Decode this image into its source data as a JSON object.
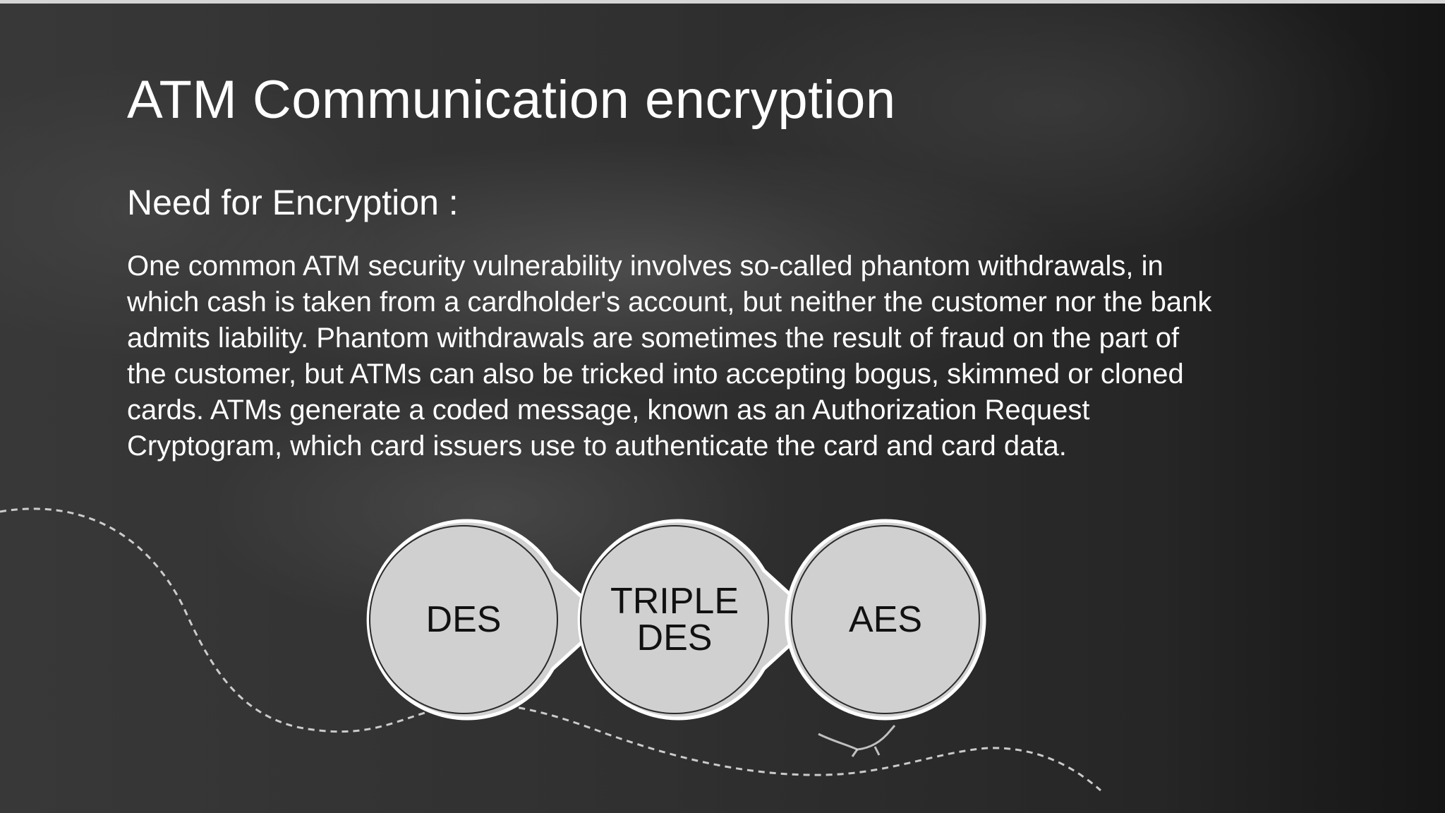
{
  "slide": {
    "title": "ATM Communication encryption",
    "subtitle": "Need for Encryption :",
    "body_lines": [
      "One common ATM security vulnerability involves so-called phantom withdrawals, in",
      "which cash is taken from a cardholder's account, but neither the customer nor the bank",
      "admits liability. Phantom withdrawals are sometimes the result of fraud on the part of",
      "the customer, but ATMs can also be tricked into accepting bogus, skimmed or cloned",
      "cards. ATMs generate a coded message, known as an Authorization Request",
      "Cryptogram, which card issuers use to authenticate the card and card data."
    ]
  },
  "diagram": {
    "nodes": [
      {
        "line1": "DES",
        "line2": ""
      },
      {
        "line1": "TRIPLE",
        "line2": "DES"
      },
      {
        "line1": "AES",
        "line2": ""
      }
    ]
  },
  "colors": {
    "text": "#ffffff",
    "node_fill": "#d0d0d0",
    "node_stroke": "#ffffff",
    "node_text": "#111111"
  }
}
